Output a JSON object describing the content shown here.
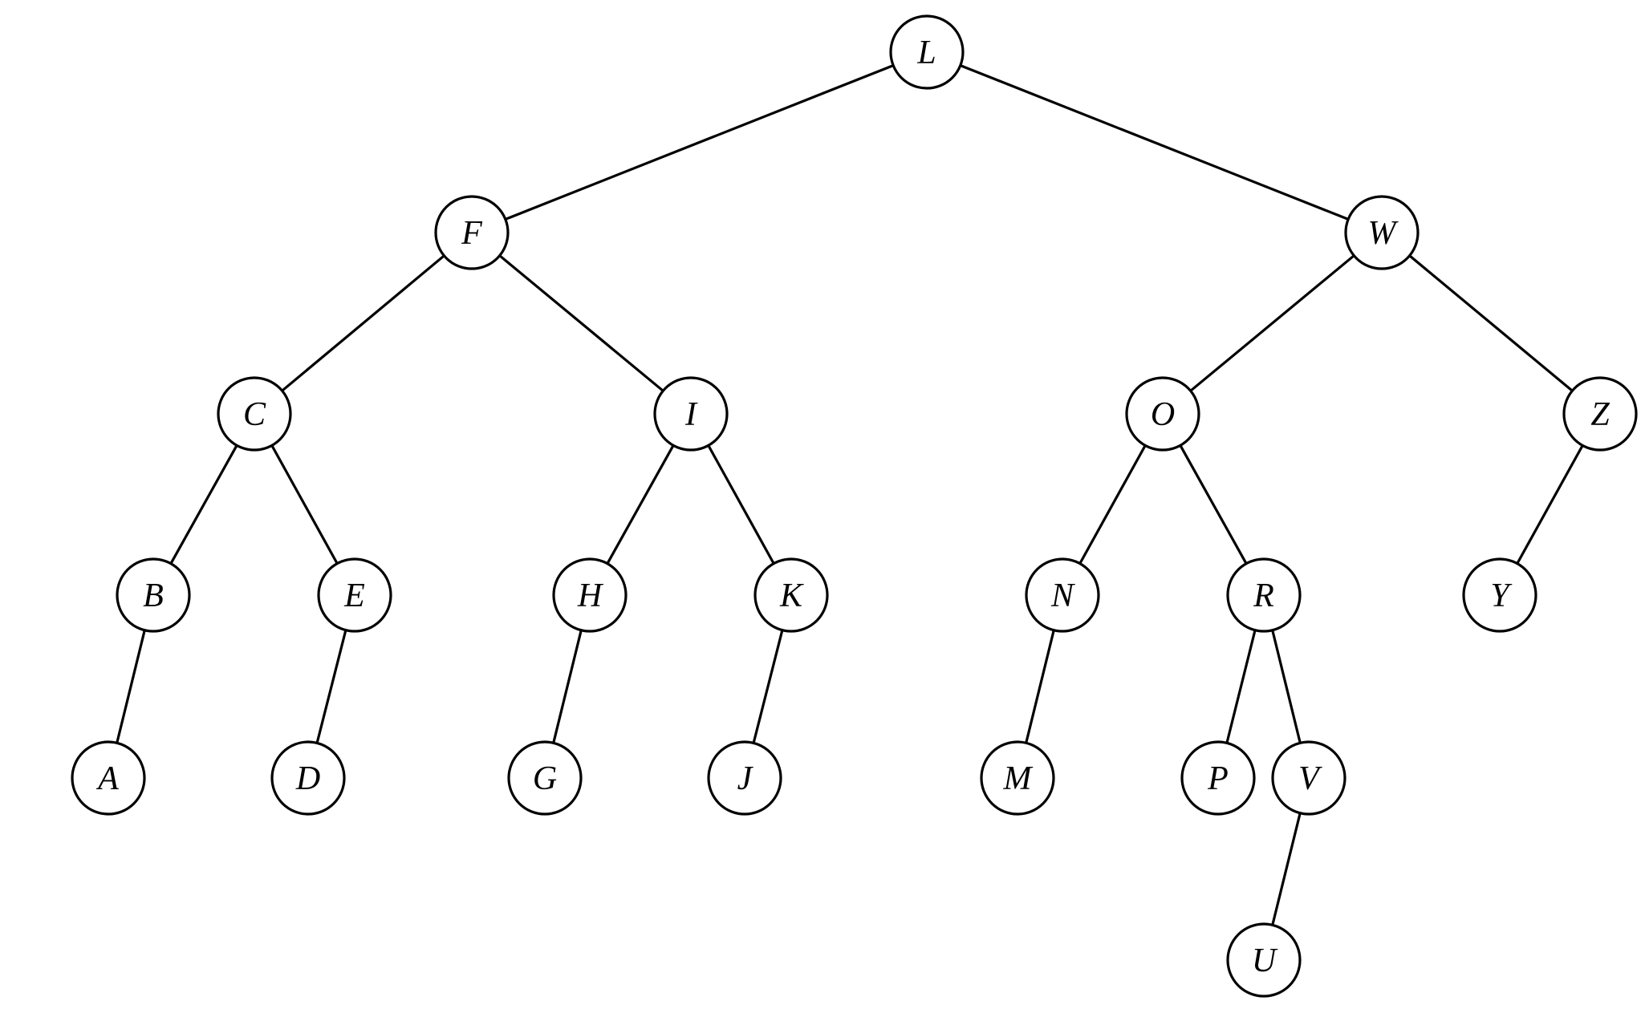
{
  "tree": {
    "root": "L",
    "nodes": [
      {
        "id": "L",
        "label": "L",
        "parent": null
      },
      {
        "id": "F",
        "label": "F",
        "parent": "L"
      },
      {
        "id": "W",
        "label": "W",
        "parent": "L"
      },
      {
        "id": "C",
        "label": "C",
        "parent": "F"
      },
      {
        "id": "I",
        "label": "I",
        "parent": "F"
      },
      {
        "id": "O",
        "label": "O",
        "parent": "W"
      },
      {
        "id": "Z",
        "label": "Z",
        "parent": "W"
      },
      {
        "id": "B",
        "label": "B",
        "parent": "C"
      },
      {
        "id": "E",
        "label": "E",
        "parent": "C"
      },
      {
        "id": "H",
        "label": "H",
        "parent": "I"
      },
      {
        "id": "K",
        "label": "K",
        "parent": "I"
      },
      {
        "id": "N",
        "label": "N",
        "parent": "O"
      },
      {
        "id": "R",
        "label": "R",
        "parent": "O"
      },
      {
        "id": "Y",
        "label": "Y",
        "parent": "Z"
      },
      {
        "id": "A",
        "label": "A",
        "parent": "B"
      },
      {
        "id": "D",
        "label": "D",
        "parent": "E"
      },
      {
        "id": "G",
        "label": "G",
        "parent": "H"
      },
      {
        "id": "J",
        "label": "J",
        "parent": "K"
      },
      {
        "id": "M",
        "label": "M",
        "parent": "N"
      },
      {
        "id": "P",
        "label": "P",
        "parent": "R"
      },
      {
        "id": "V",
        "label": "V",
        "parent": "R"
      },
      {
        "id": "U",
        "label": "U",
        "parent": "V"
      }
    ]
  }
}
